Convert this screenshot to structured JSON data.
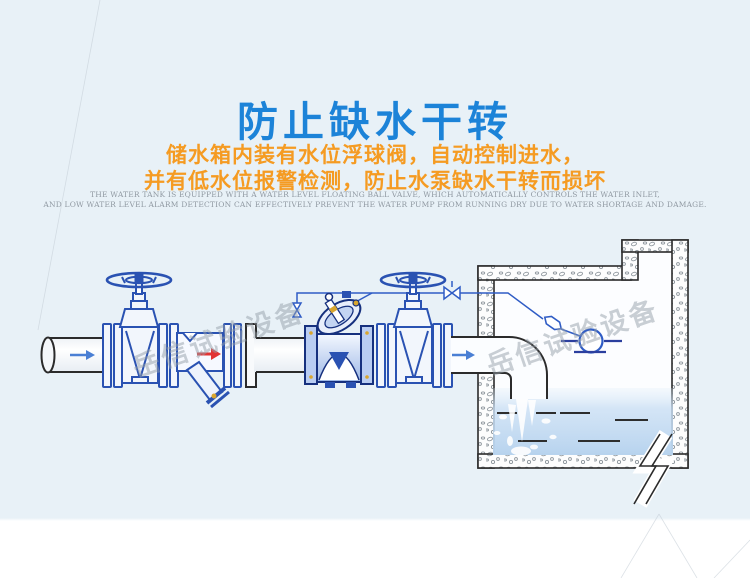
{
  "header": {
    "title": "防止缺水干转",
    "subtitle_line1": "储水箱内装有水位浮球阀，自动控制进水，",
    "subtitle_line2": "并有低水位报警检测，防止水泵缺水干转而损坏",
    "caption_line1": "THE WATER TANK IS EQUIPPED WITH A WATER LEVEL FLOATING BALL VALVE, WHICH AUTOMATICALLY CONTROLS THE WATER INLET,",
    "caption_line2": "AND LOW WATER LEVEL ALARM DETECTION CAN EFFECTIVELY PREVENT THE WATER PUMP FROM RUNNING DRY DUE TO WATER SHORTAGE AND DAMAGE."
  },
  "watermark": {
    "text": "岳信试验设备"
  },
  "diagram": {
    "components": [
      "supply-pipe",
      "gate-valve-left",
      "y-strainer",
      "hydraulic-float-control-valve",
      "gate-valve-right",
      "tank-inlet-pipe",
      "storage-tank",
      "float-ball-valve",
      "pilot-line",
      "water",
      "break-symbol"
    ],
    "flow_arrows": [
      {
        "name": "inlet-flow-arrow",
        "direction": "right",
        "color": "#4a7fd4"
      },
      {
        "name": "strainer-flow-arrow",
        "direction": "right",
        "color": "#e23333"
      },
      {
        "name": "tank-flow-arrow",
        "direction": "right",
        "color": "#4a7fd4"
      }
    ]
  },
  "colors": {
    "bg_top": "#e8f1f7",
    "bg_bottom": "#ffffff",
    "title_blue": "#1c83d8",
    "subtitle_orange": "#f59b22",
    "caption_gray": "#9099a2",
    "watermark_gray": "#96a0aa",
    "diagram_blue": "#2a52b2",
    "dark_blue": "#16307e",
    "pilot_blue": "#2f5cc5",
    "pipe_black": "#2b2b2b",
    "arrow_blue": "#4a7fd4",
    "arrow_red": "#e23333",
    "accent_yellow": "#d9a62e",
    "water_blue": "#b7d3ee"
  }
}
